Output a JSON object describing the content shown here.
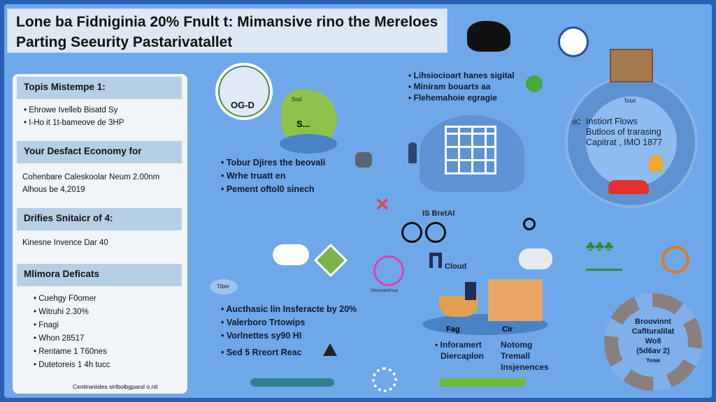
{
  "title": {
    "line1": "Lone ba Fidniginia 20% Fnult t: Mimansive rino the Mereloes",
    "line2": "Parting Seeurity Pastarivatallet"
  },
  "sidebar": {
    "sections": [
      {
        "heading": "Topis Mistempe 1:",
        "items": [
          "• Ehrowe Ivelleb Bisatd Sy",
          "• I-Ho it 1t-bameove de 3HP"
        ]
      },
      {
        "heading": "Your Desfact Economy for",
        "items": [
          "Cohenbare Caleskoolar Neum 2.00nm",
          "Alhous be 4,2019"
        ]
      },
      {
        "heading": "Drifies Snitaicr of 4:",
        "items": [
          "Kinesne Invence Dar 40"
        ]
      },
      {
        "heading": "Mlimora Deficats",
        "items": [
          "• Cuehgy F0omer",
          "• Witruhi 2.30%",
          "• Fnagi",
          "• Whon 28517",
          "• Rentame 1 T60nes",
          "• Dutetoreis 1 4h tucc"
        ]
      }
    ],
    "footer": "Centiraniides sirIbolbgpand o.nit"
  },
  "globe": {
    "label": "OG-D"
  },
  "map": {
    "label1": "Sod",
    "label2": "S..."
  },
  "list_mid": [
    "• Tobur Djires the beovali",
    "• Wrhe truatt en",
    "• Pement oftol0 sinech"
  ],
  "list_top_right": [
    "• Lihsiocioart hanes sigital",
    "• Miniram bouarts aa",
    "• Flehemahoie egragie"
  ],
  "ring": {
    "top_label": "Tetal",
    "side_label": "dC",
    "text": [
      "Instiort Flows",
      "Butloos of trarasing",
      "Capitrat , IMO 1877"
    ]
  },
  "small_labels": {
    "bretal": "IS BretAl",
    "cloud": "Cloud",
    "gauge": "Ottoshantrisue",
    "fag": "Fag",
    "cir": "Cir",
    "island": "Tiber"
  },
  "list_bottom": [
    "• Aucthasic lin Insferacte by 20%",
    "• Valerboro Trtowips",
    "• Vorlnettes sy90 HI",
    "• Sed 5 Rreort Reac"
  ],
  "bottom_right": {
    "col1": [
      "• Inforamert",
      "Diercaplon"
    ],
    "col2": [
      "Notomg",
      "Tremall",
      "Insjenences"
    ]
  },
  "dial": {
    "text": [
      "Broovinnt",
      "Caflturalilat",
      "Wo8",
      "(5d6av 2)",
      "Yeaw"
    ]
  }
}
